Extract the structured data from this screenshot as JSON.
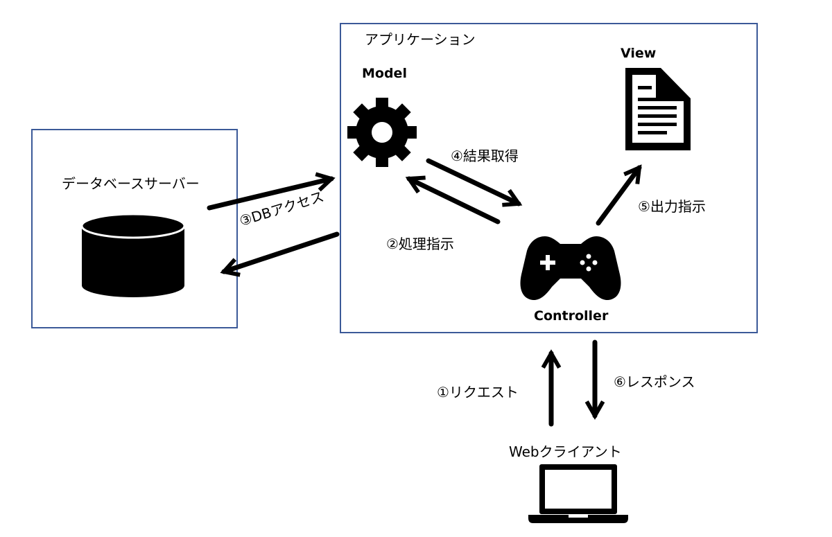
{
  "db_server": {
    "title": "データベースサーバー"
  },
  "app": {
    "title": "アプリケーション",
    "model_label": "Model",
    "view_label": "View",
    "controller_label": "Controller"
  },
  "client": {
    "label": "Webクライアント"
  },
  "steps": {
    "request": "①リクエスト",
    "process_instruction": "②処理指示",
    "db_access": "③DBアクセス",
    "get_result": "④結果取得",
    "output_instruction": "⑤出力指示",
    "response": "⑥レスポンス"
  }
}
